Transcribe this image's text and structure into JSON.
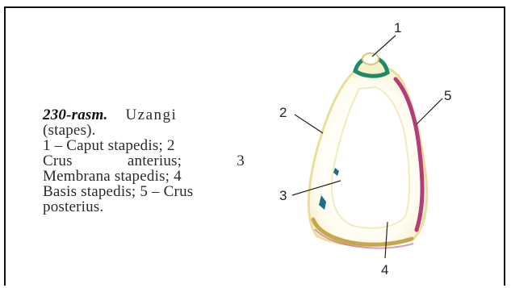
{
  "caption": {
    "figure_label": "230-rasm.",
    "title": "Uzangi",
    "subtitle": "(stapes).",
    "line1": "1 – Caput stapedis; 2",
    "line2a": "Crus",
    "line2b": "anterius;",
    "line2c": "3",
    "line3": "Membrana stapedis; 4",
    "line4": "Basis stapedis; 5 – Crus",
    "line5": "posterius."
  },
  "labels": {
    "l1": "1",
    "l2": "2",
    "l3": "3",
    "l4": "4",
    "l5": "5"
  },
  "colors": {
    "border": "#111111",
    "bone_outline": "#e9df9a",
    "posterior_crus": "#b23d78",
    "head_accent": "#1f8a6a",
    "anterior_accent": "#1d6c8c"
  }
}
